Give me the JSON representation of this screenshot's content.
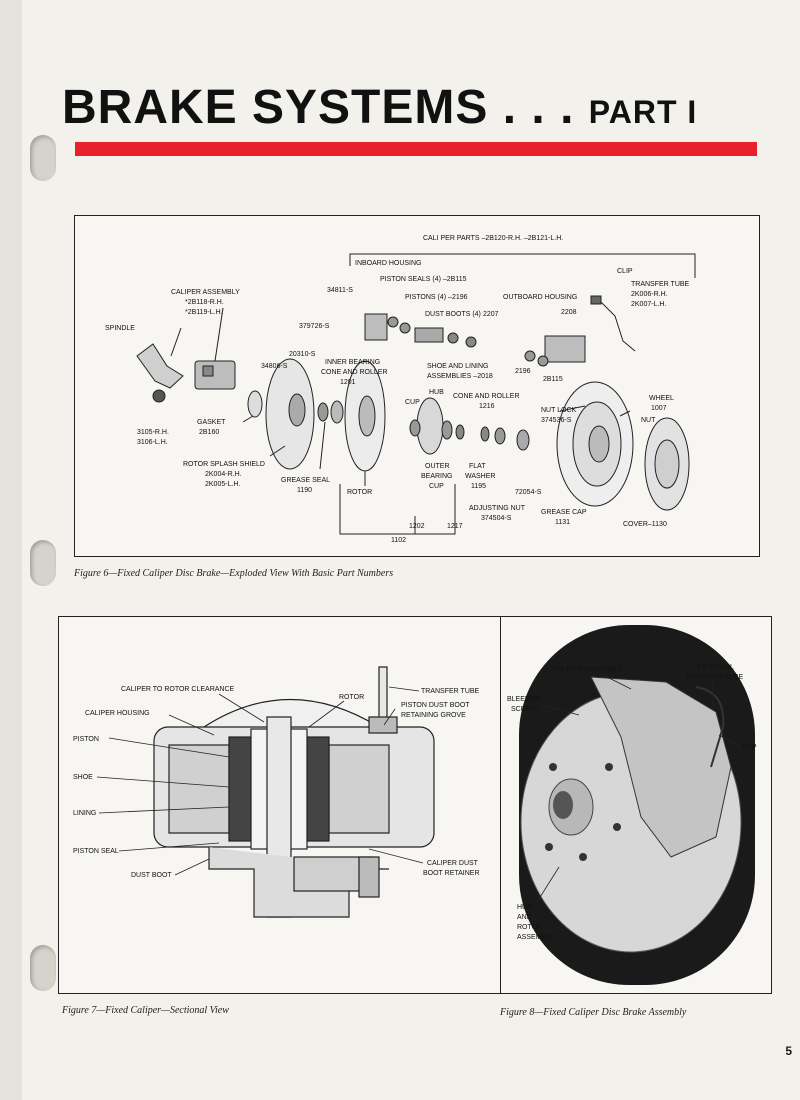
{
  "header": {
    "title_main": "BRAKE  SYSTEMS . . .",
    "title_part": "PART I"
  },
  "figure6": {
    "caption": "Figure 6—Fixed Caliper Disc Brake—Exploded View With Basic Part Numbers",
    "labels": {
      "caliper_parts": "CALI PER PARTS –2B120-R.H. –2B121-L.H.",
      "inboard_housing": "INBOARD HOUSING",
      "piston_seals": "PISTON SEALS (4) –2B115",
      "pistons": "PISTONS (4) –2196",
      "dust_boots": "DUST BOOTS (4)",
      "dust_boots_num": "2207",
      "outboard_housing": "OUTBOARD HOUSING",
      "clip": "CLIP",
      "transfer_tube": "TRANSFER TUBE",
      "transfer_rh": "2K006-R.H.",
      "transfer_lh": "2K007-L.H.",
      "caliper_assembly": "CALIPER ASSEMBLY",
      "caliper_rh": "*2B118-R.H.",
      "caliper_lh": "*2B119-L.H.",
      "p34811": "34811-S",
      "p379726": "379726-S",
      "spindle": "SPINDLE",
      "p20310": "20310-S",
      "p34806": "34806-S",
      "inner_bearing_1": "INNER BEARING",
      "inner_bearing_2": "CONE AND ROLLER",
      "inner_bearing_3": "1201",
      "p2208": "2208",
      "shoe_lining_1": "SHOE AND LINING",
      "shoe_lining_2": "ASSEMBLIES –2018",
      "p2196": "2196",
      "p2b115": "2B115",
      "hub": "HUB",
      "cup": "CUP",
      "cone_roller_1": "CONE AND ROLLER",
      "cone_roller_2": "1216",
      "nut_lock_1": "NUT LOCK",
      "nut_lock_2": "374536-S",
      "wheel_1": "WHEEL",
      "wheel_2": "1007",
      "nut": "NUT",
      "spindle_rh": "3105-R.H.",
      "spindle_lh": "3106-L.H.",
      "gasket_1": "GASKET",
      "gasket_2": "2B160",
      "splash_1": "ROTOR SPLASH SHIELD",
      "splash_2": "2K004-R.H.",
      "splash_3": "2K005-L.H.",
      "grease_seal_1": "GREASE SEAL",
      "grease_seal_2": "1190",
      "rotor": "ROTOR",
      "outer_cup_1": "OUTER",
      "outer_cup_2": "BEARING",
      "outer_cup_3": "CUP",
      "flat_washer_1": "FLAT",
      "flat_washer_2": "WASHER",
      "flat_washer_3": "1195",
      "p72054": "72054-S",
      "adjusting_nut_1": "ADJUSTING NUT",
      "adjusting_nut_2": "374504-S",
      "grease_cap_1": "GREASE CAP",
      "grease_cap_2": "1131",
      "cover": "COVER–1130",
      "p1202": "1202",
      "p1217": "1217",
      "p1102": "1102"
    }
  },
  "figure7": {
    "caption": "Figure 7—Fixed Caliper—Sectional View",
    "labels": {
      "clearance": "CALIPER TO ROTOR CLEARANCE",
      "rotor": "ROTOR",
      "transfer_tube": "TRANSFER TUBE",
      "boot_groove_1": "PISTON DUST BOOT",
      "boot_groove_2": "RETAINING GROVE",
      "caliper_housing": "CALIPER HOUSING",
      "piston": "PISTON",
      "shoe": "SHOE",
      "lining": "LINING",
      "piston_seal": "PISTON SEAL",
      "dust_boot": "DUST BOOT",
      "boot_retainer_1": "CALIPER DUST",
      "boot_retainer_2": "BOOT RETAINER"
    }
  },
  "figure8": {
    "caption": "Figure 8—Fixed Caliper Disc Brake Assembly",
    "labels": {
      "caliper_assembly": "CALIPER ASSEMBLY",
      "ext_tube_1": "EXTERNAL",
      "ext_tube_2": "TRANSFER TUBE",
      "bleeder_1": "BLEEDER",
      "bleeder_2": "SCREW",
      "clip": "CLIP",
      "hub_1": "HUB",
      "hub_2": "AND",
      "hub_3": "ROTOR",
      "hub_4": "ASSEMBLY"
    }
  },
  "page_number": "5",
  "colors": {
    "accent_red": "#e8202b",
    "paper": "#f3f1ec",
    "ink": "#1a1a1a"
  }
}
